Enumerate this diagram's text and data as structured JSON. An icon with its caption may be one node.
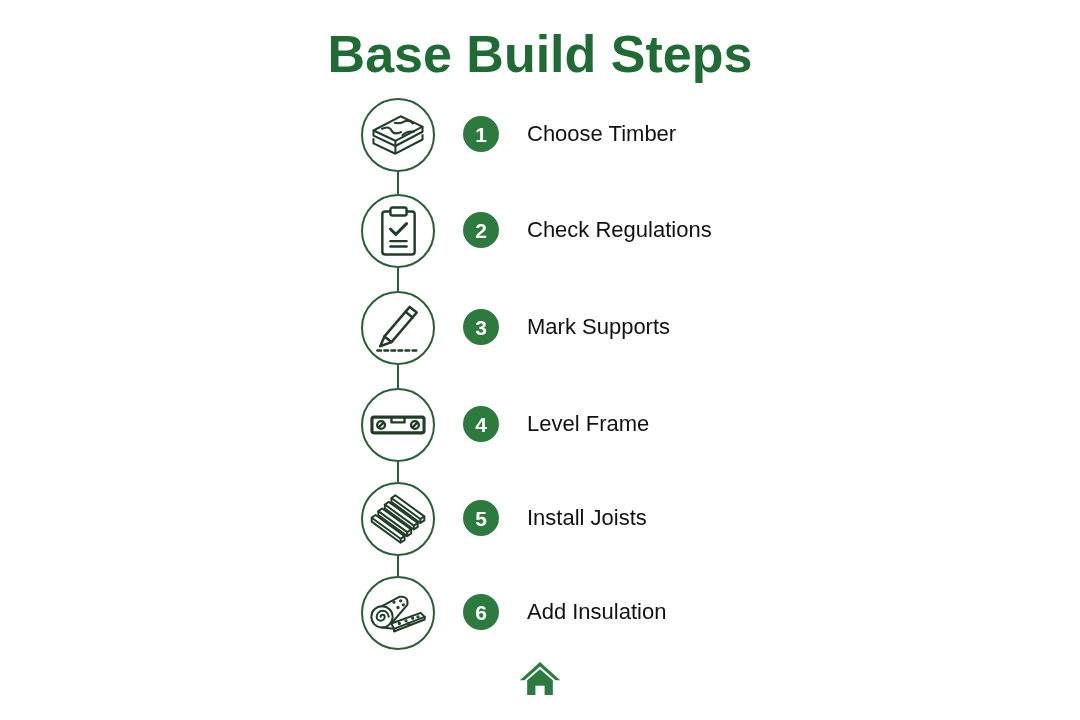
{
  "diagram": {
    "title": "Base Build Steps",
    "nodes": [
      {
        "text": [],
        "shape": "circle"
      },
      {
        "text": [
          "1"
        ],
        "beside": [
          "Choose Timber"
        ]
      },
      {
        "text": [],
        "shape": "circle"
      },
      {
        "text": [
          "2"
        ],
        "beside": [
          "Check Regulations"
        ]
      },
      {
        "text": [],
        "shape": "circle"
      },
      {
        "text": [
          "3"
        ],
        "beside": [
          "Mark Supports"
        ]
      },
      {
        "text": [],
        "shape": "circle"
      },
      {
        "text": [
          "4"
        ],
        "beside": [
          "Level Frame"
        ]
      },
      {
        "text": [],
        "shape": "circle"
      },
      {
        "text": [
          "5"
        ],
        "beside": [
          "Install Joists"
        ]
      },
      {
        "text": [],
        "shape": "circle"
      },
      {
        "text": [
          "6"
        ],
        "beside": [
          "Add Insulation"
        ]
      }
    ],
    "edges": [
      {
        "from": 0,
        "to": 2,
        "arrow": "none"
      },
      {
        "from": 2,
        "to": 4,
        "arrow": "none"
      },
      {
        "from": 4,
        "to": 6,
        "arrow": "none"
      },
      {
        "from": 6,
        "to": 8,
        "arrow": "none"
      },
      {
        "from": 8,
        "to": 10,
        "arrow": "none"
      }
    ]
  }
}
